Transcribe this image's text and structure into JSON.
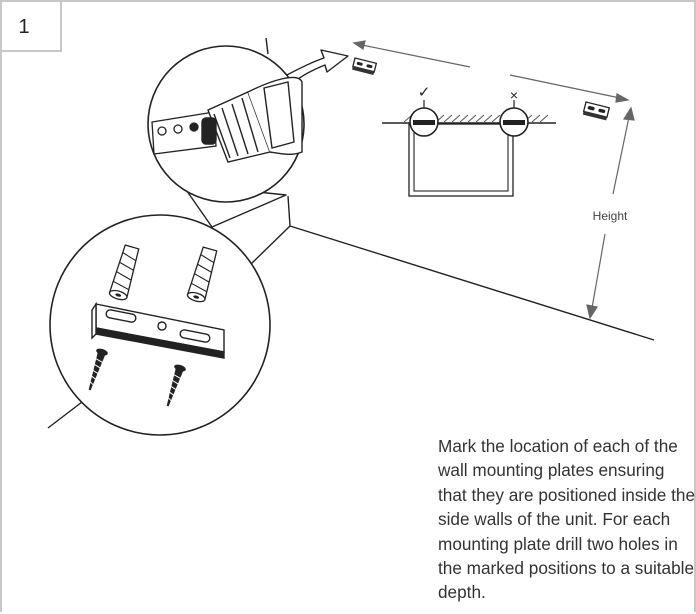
{
  "step": {
    "number": "1"
  },
  "diagram": {
    "height_label": "Height",
    "correct_mark": "✓",
    "incorrect_mark": "×"
  },
  "instructions": {
    "text": "Mark the location of each of the wall mounting plates ensuring that they are positioned inside the side walls of  the unit. For each mounting plate drill two holes in the marked positions to a suitable depth."
  }
}
